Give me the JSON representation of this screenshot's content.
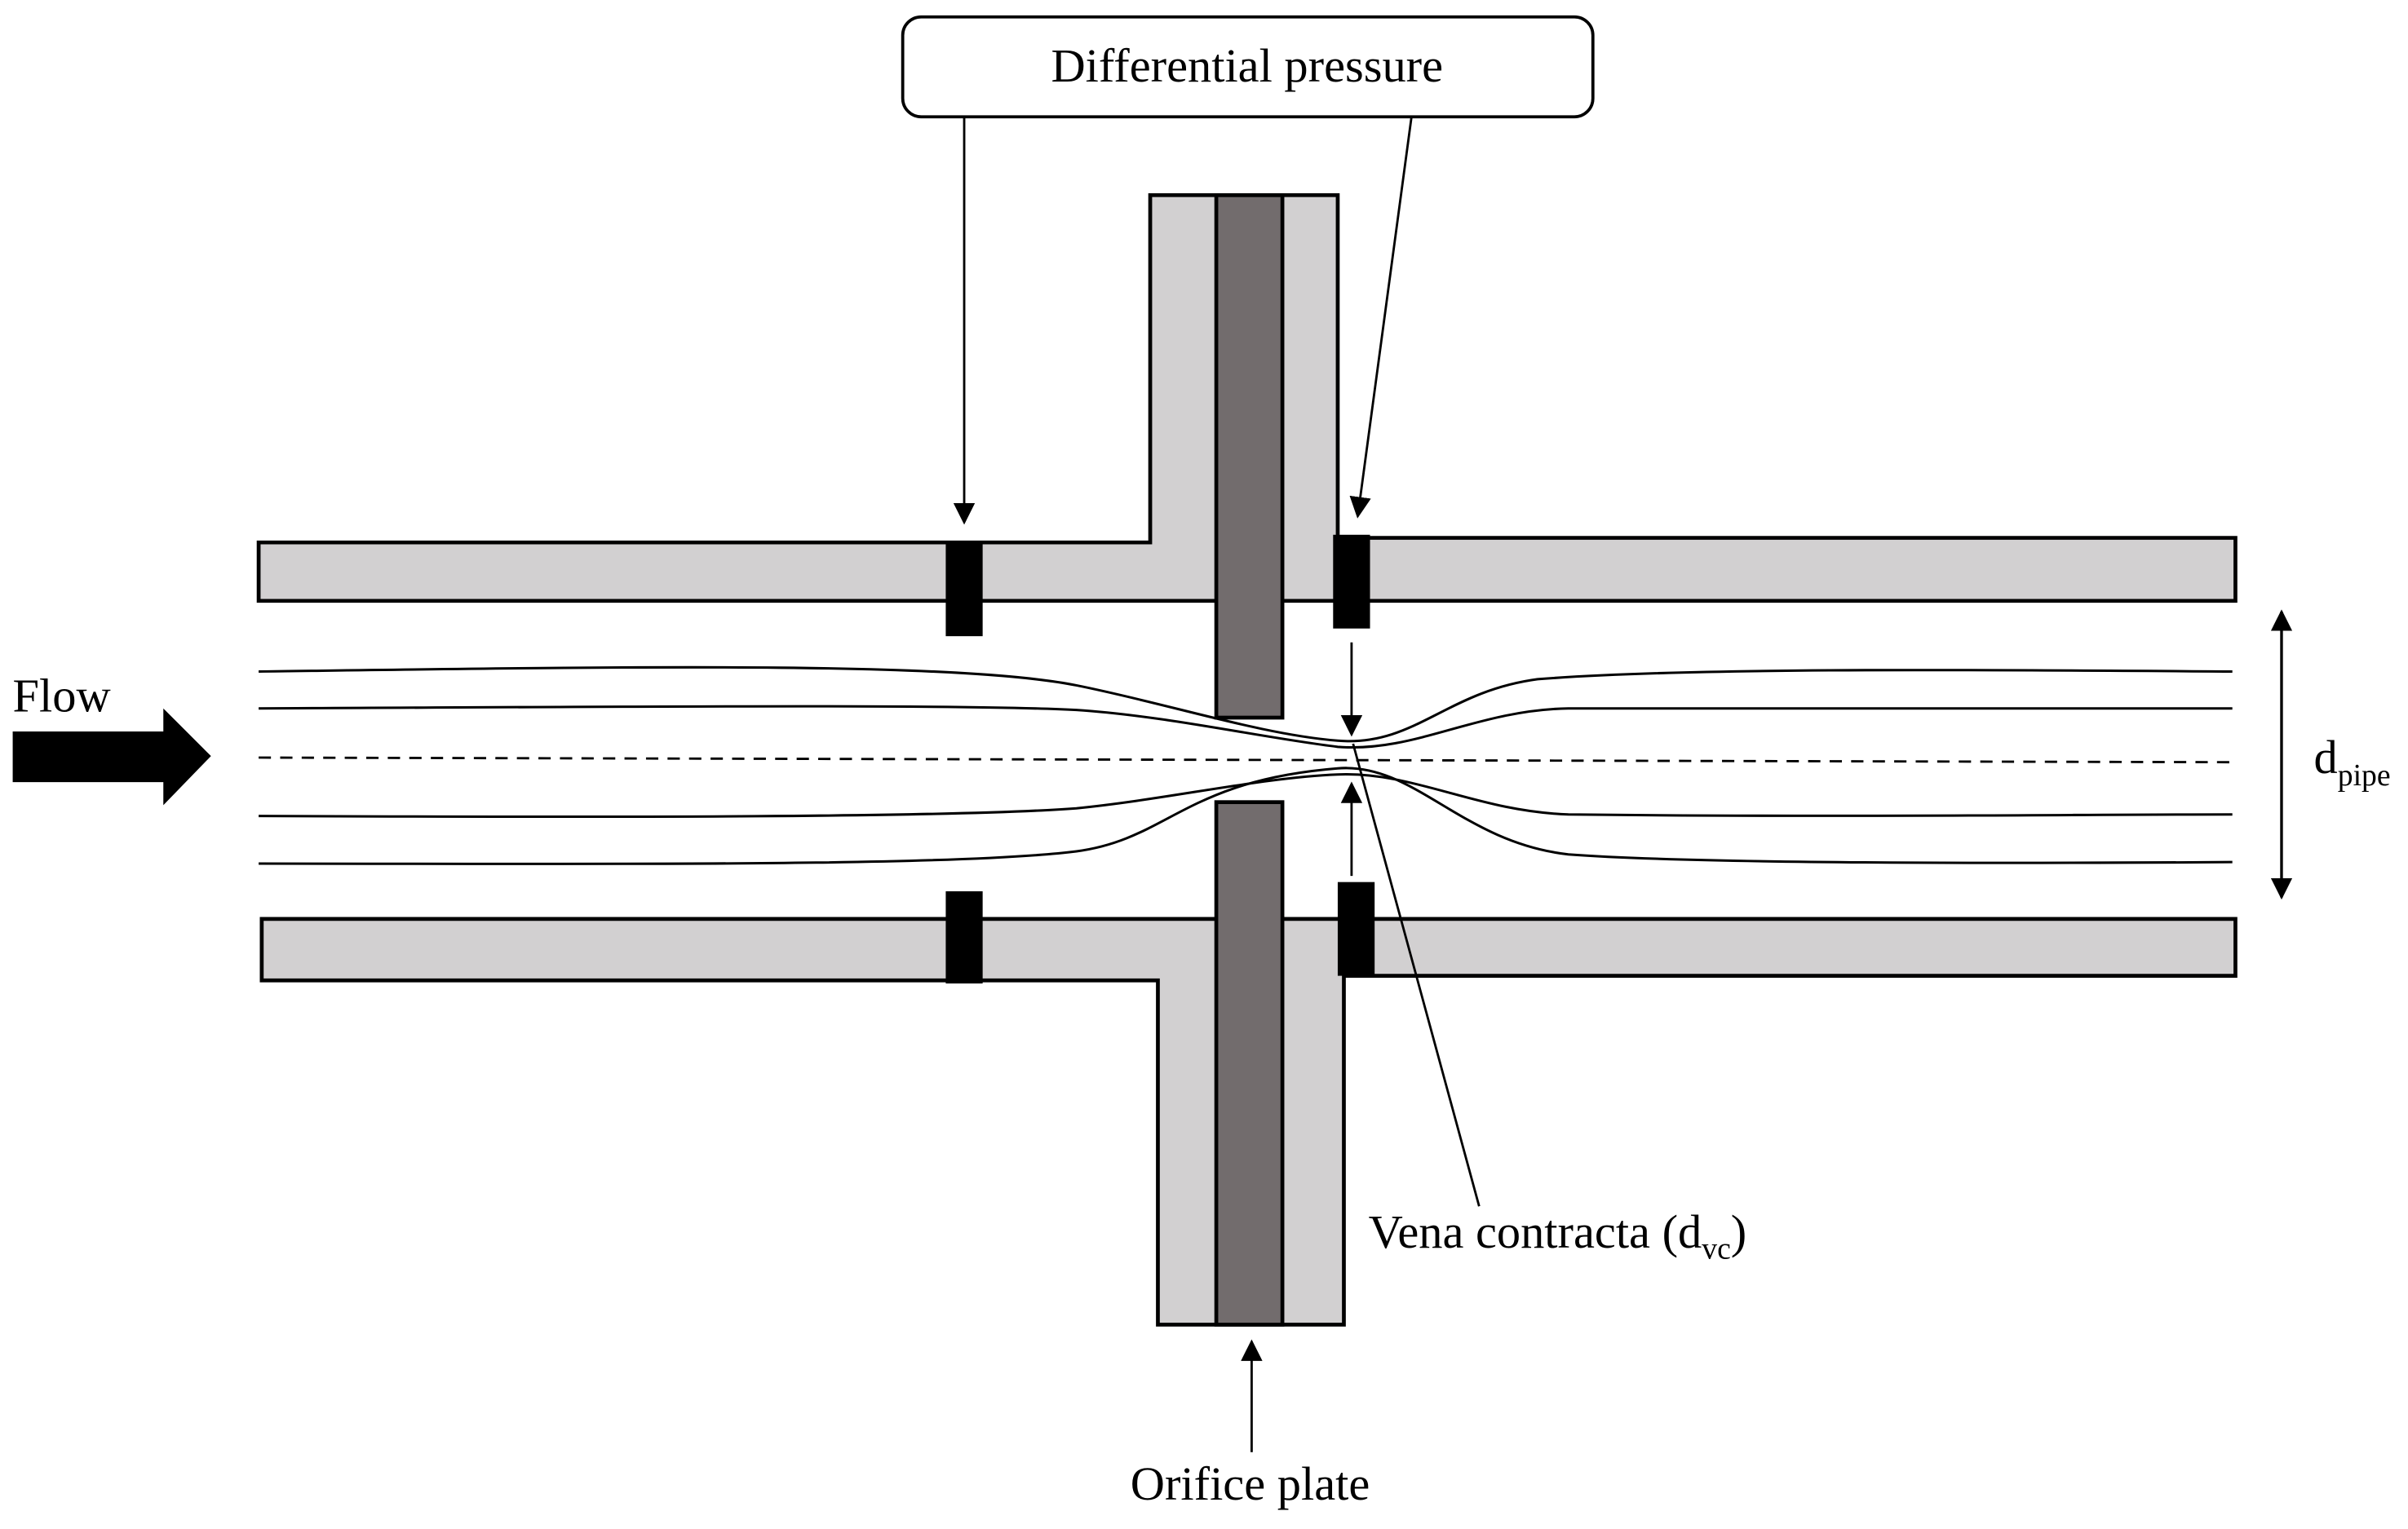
{
  "labels": {
    "differential_pressure": "Differential pressure",
    "flow": "Flow",
    "d_pipe_main": "d",
    "d_pipe_sub": "pipe",
    "vena_contracta_main": "Vena contracta (d",
    "vena_contracta_sub": "vc",
    "vena_contracta_close": ")",
    "orifice_plate": "Orifice plate"
  },
  "colors": {
    "pipe_wall": "#d2d0d1",
    "orifice_plate": "#726c6d",
    "pressure_tap": "#000000",
    "outline": "#000000",
    "background": "#ffffff"
  }
}
